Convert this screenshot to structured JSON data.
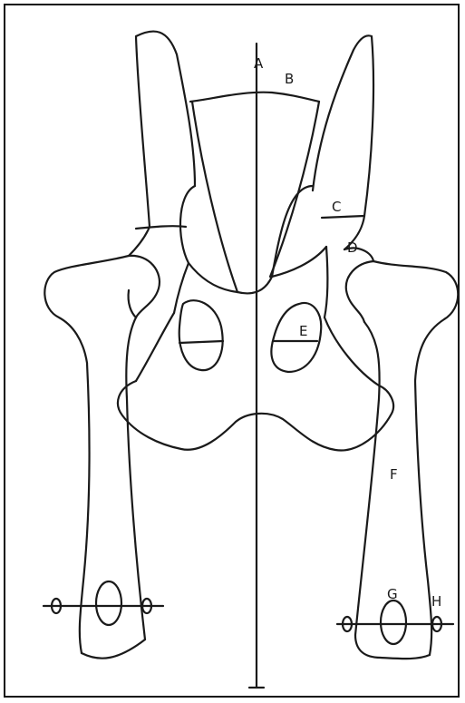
{
  "labels": {
    "A": "A",
    "B": "B",
    "C": "C",
    "D": "D",
    "E": "E",
    "F": "F",
    "G": "G",
    "H": "H"
  },
  "colors": {
    "line": "#1a1a1a",
    "background": "#ffffff",
    "frame": "#111111"
  }
}
